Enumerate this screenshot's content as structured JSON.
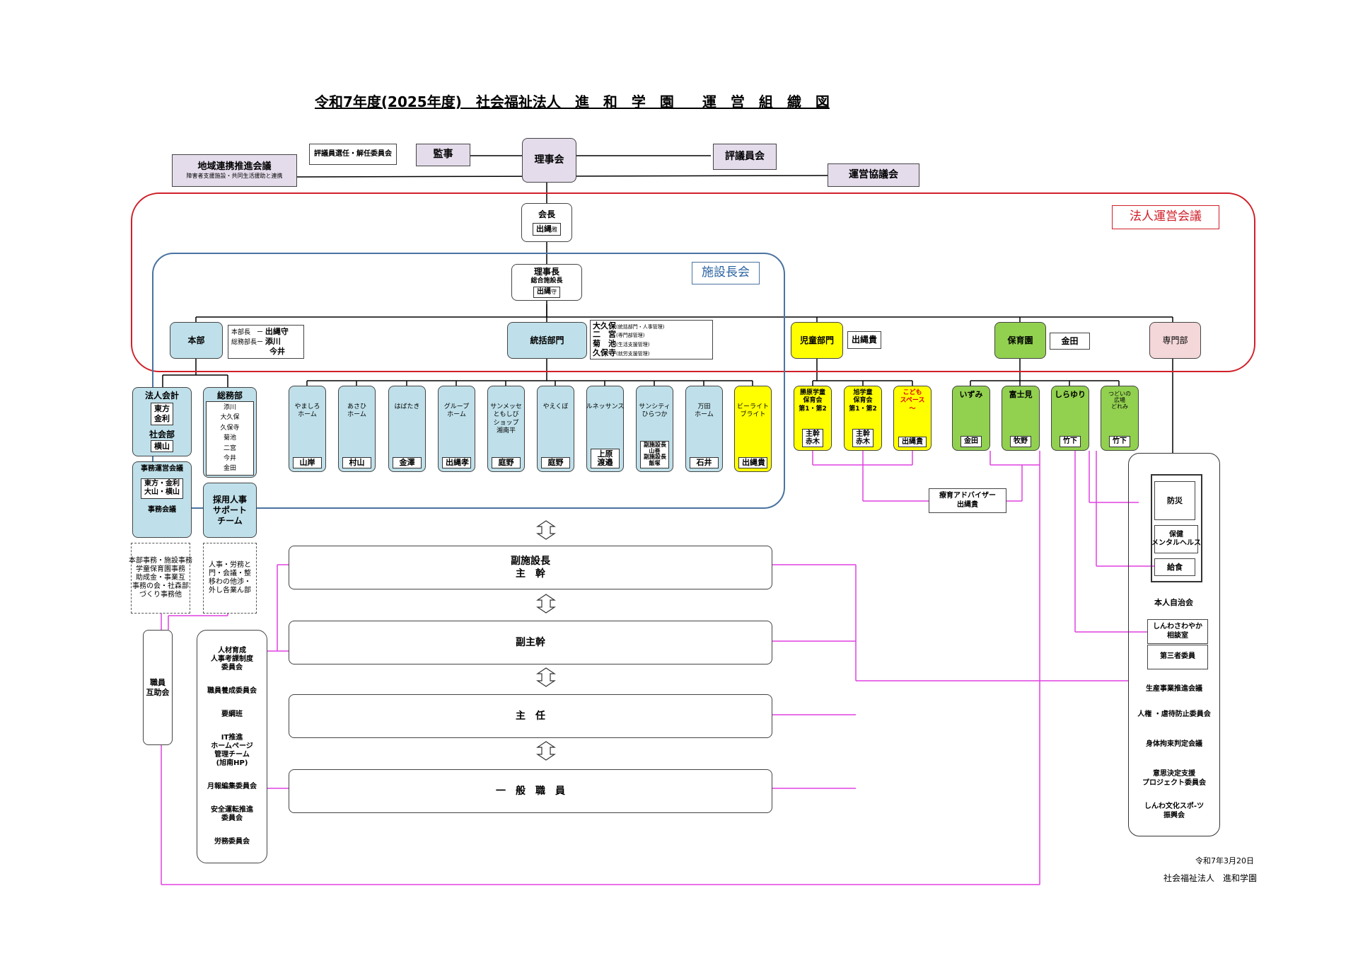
{
  "title": "令和7年度(2025年度)　社会福祉法人　進　和　学　園　　運　営　組　織　図",
  "top": {
    "riji_kai": "理事会",
    "kanji": "監事",
    "hyogiin_senin": "評議員選任・解任委員会",
    "hyogiin_kai": "評議員会",
    "unei_kyogikai": "運営協議会",
    "chiiki_title": "地域連携推進会議",
    "chiiki_sub": "障害者支援施設・共同生活援助と連携"
  },
  "hojin_unei_kaigi": "法人運営会議",
  "shisetsucho_kai": "施設長会",
  "kaicho": {
    "title": "会長",
    "name": "出縄",
    "suffix": "雅"
  },
  "rijicho": {
    "title": "理事長",
    "subtitle": "総合施設長",
    "name": "出縄",
    "suffix": "守"
  },
  "honbu": {
    "label": "本部",
    "note_line1_role": "本部長　ー",
    "note_line1_name": "出縄守",
    "note_line2_role": "総務部長ー",
    "note_line2_name": "添川",
    "note_line3_name": "今井"
  },
  "tokatsu": {
    "label": "統括部門",
    "rows": [
      {
        "name": "大久保",
        "note": "(統括部門・人事管理)"
      },
      {
        "name": "二　宮",
        "note": "(専門部管理)"
      },
      {
        "name": "菊　池",
        "note": "(生活支援管理)"
      },
      {
        "name": "久保寺",
        "note": "(就労支援管理)"
      }
    ]
  },
  "jido_bumon": {
    "label": "児童部門",
    "head": "出縄貴"
  },
  "hoikuen": {
    "label": "保育園",
    "head": "金田"
  },
  "senmonbu": {
    "label": "専門部"
  },
  "left_col": {
    "hojin_kaikei": "法人会計",
    "hojin_kaikei_names": "東方\n金利",
    "shakaibu": "社会部",
    "shakaibu_name": "横山",
    "jimu_unei": "事務運営会議",
    "jimu_unei_names": "東方・金利\n大山・横山",
    "jimu_kaigi": "事務会議",
    "somubu": "総務部",
    "somubu_names": "添川\n大久保\n久保寺\n菊池\n二宮\n今井\n金田",
    "saiyo": "採用人事\nサポート\nチーム",
    "left_dash1": "本部事務・施設事務\n学童保育園事務\n助成金・事業互\n事務の会・社森部\nづくり事務他",
    "left_dash2": "人事・労務と\n門・会議・整\n移わの他渉・\n外し各業ん部",
    "shokuin_gojokai": "職員\n互助会"
  },
  "committees": [
    "人材育成\n人事考課制度\n委員会",
    "職員養成委員会",
    "要綱班",
    "IT推進\nホームページ\n管理チーム\n(旭南HP)",
    "月報編集委員会",
    "安全運転推進\n委員会",
    "労務委員会"
  ],
  "facilities": [
    {
      "name": "やましろ\nホーム",
      "head": "山岸"
    },
    {
      "name": "あさひ\nホーム",
      "head": "村山"
    },
    {
      "name": "はばたき",
      "head": "金澤"
    },
    {
      "name": "グループ\nホーム",
      "head": "出縄孝"
    },
    {
      "name": "サンメッセ\nともしび\nショップ\n湘南平",
      "head": "庭野"
    },
    {
      "name": "やえくぼ",
      "head": "庭野"
    },
    {
      "name": "ルネッサンス",
      "head": "上原\n渡邉"
    },
    {
      "name": "サンシティ\nひらつか",
      "head": "副施設長\n山巻\n副施設長\n飯塚"
    },
    {
      "name": "万田\nホーム",
      "head": "石井"
    },
    {
      "name": "ビーライト\nブライト",
      "head": "出縄貴"
    }
  ],
  "children": [
    {
      "name": "勝原学童\n保育会\n第1・第2",
      "head": "主幹\n赤木"
    },
    {
      "name": "旭学童\n保育会\n第1・第2",
      "head": "主幹\n赤木"
    },
    {
      "name": "こども\nスペース\n〜",
      "head": "出縄貴"
    }
  ],
  "nursery": [
    {
      "name": "いずみ",
      "head": "金田"
    },
    {
      "name": "富士見",
      "head": "牧野"
    },
    {
      "name": "しらゆり",
      "head": "竹下"
    },
    {
      "name": "つどいの\n広場\nどれみ",
      "head": "竹下"
    }
  ],
  "ryoiku": "療育アドバイザー\n出縄貴",
  "ranks": [
    "副施設長\n主　幹",
    "副主幹",
    "主　任",
    "一　般　職　員"
  ],
  "right_col": {
    "bosai": "防災",
    "hoken": "保健\nメンタルヘルス",
    "kyushoku": "給食",
    "honnin_jichikai": "本人自治会",
    "soudanshitsu": "しんわさわやか\n相談室",
    "daisansha": "第三者委員",
    "items": [
      "生産事業推進会議",
      "人権 ・虐待防止委員会",
      "身体拘束判定会議",
      "意思決定支援\nプロジェクト委員会",
      "しんわ文化スポ-ツ\n振興会"
    ]
  },
  "footer": {
    "date": "令和7年3月20日",
    "org": "社会福祉法人　進和学園"
  }
}
